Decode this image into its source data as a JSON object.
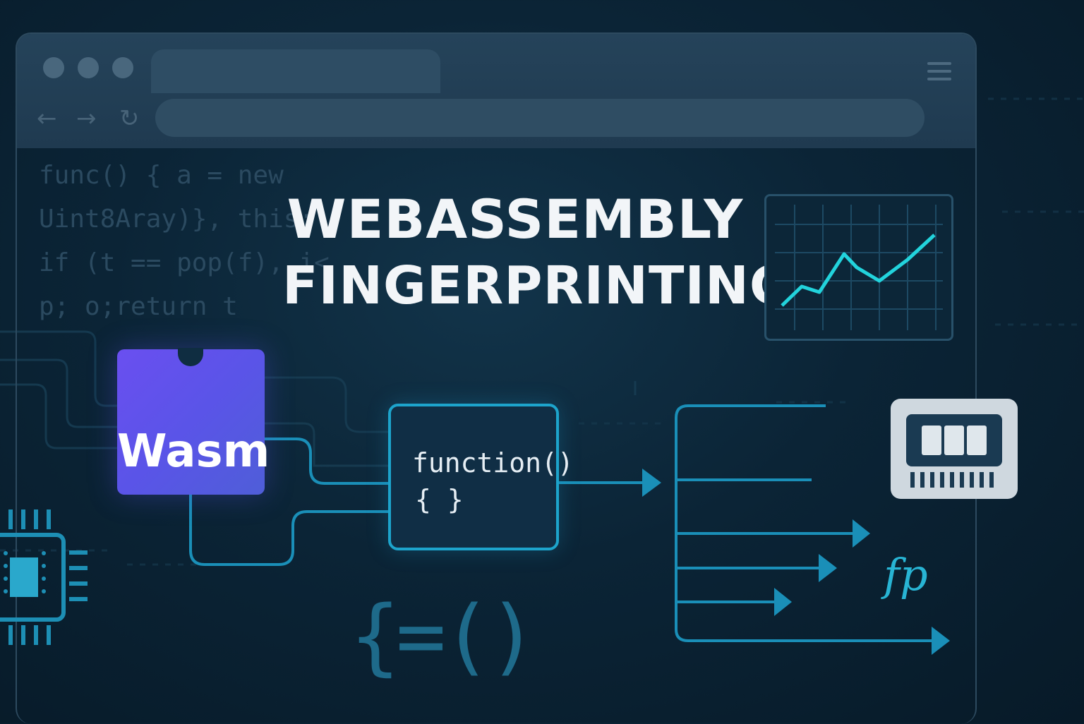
{
  "colors": {
    "background": "#0b2436",
    "accent": "#1da4cc",
    "wasm_purple": "#6a4ff0",
    "chart_line": "#22d3dc"
  },
  "browser": {
    "nav_icons": [
      "back-arrow-icon",
      "forward-arrow-icon",
      "reload-icon"
    ],
    "menu_icon": "hamburger-menu-icon"
  },
  "code_background": [
    "func() { a = new",
    "Uint8Aray)}, this;",
    "if (t == pop(f), i<",
    "p; o;return t"
  ],
  "title": {
    "line1": "WEBASSEMBLY",
    "line2": "FINGERPRINTING"
  },
  "wasm_block": {
    "label": "Wasm"
  },
  "function_block": {
    "line1": "function()",
    "line2": "{ }"
  },
  "fingerprint_label": "fp",
  "code_symbol": "{=()",
  "icons": [
    "chip-icon",
    "memory-module-icon",
    "line-chart-icon"
  ]
}
